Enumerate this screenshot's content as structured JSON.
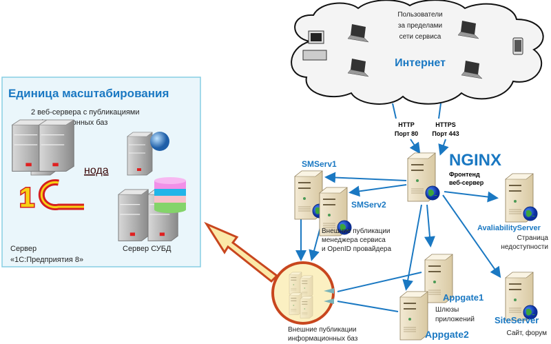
{
  "cloud": {
    "users_lines": [
      "Пользователи",
      "за пределами",
      "сети сервиса"
    ],
    "title": "Интернет"
  },
  "ports": {
    "http": [
      "HTTP",
      "Порт 80"
    ],
    "https": [
      "HTTPS",
      "Порт 443"
    ]
  },
  "nginx": {
    "title": "NGINX",
    "desc": [
      "Фронтенд",
      "веб-сервер"
    ]
  },
  "smserv1": {
    "title": "SMServ1"
  },
  "smserv2": {
    "title": "SMServ2",
    "desc": [
      "Внешние публикации",
      "менеджера сервиса",
      "и OpenID провайдера"
    ]
  },
  "availability": {
    "title": "AvaliabilityServer",
    "desc": [
      "Страница",
      "недоступности"
    ]
  },
  "appgate1": {
    "title": "Appgate1",
    "desc": [
      "Шлюзы",
      "приложений"
    ]
  },
  "appgate2": {
    "title": "Appgate2"
  },
  "siteserver": {
    "title": "SiteServer",
    "desc": "Сайт, форум"
  },
  "ib_publications": {
    "desc": [
      "Внешние публикации",
      "информационных баз"
    ]
  },
  "scale_unit": {
    "title": "Единица масштабирования",
    "web_servers": [
      "2 веб-сервера с публикациями",
      "информационных баз"
    ],
    "node_label": "нода",
    "server_1c": [
      "Сервер",
      "«1С:Предприятия 8»"
    ],
    "server_db": "Сервер СУБД",
    "logo_text": "1С"
  },
  "colors": {
    "accent_blue": "#1a78c2",
    "highlight_orange": "#c8461e",
    "panel_bg": "#eaf6fb",
    "panel_border": "#86cde3"
  }
}
